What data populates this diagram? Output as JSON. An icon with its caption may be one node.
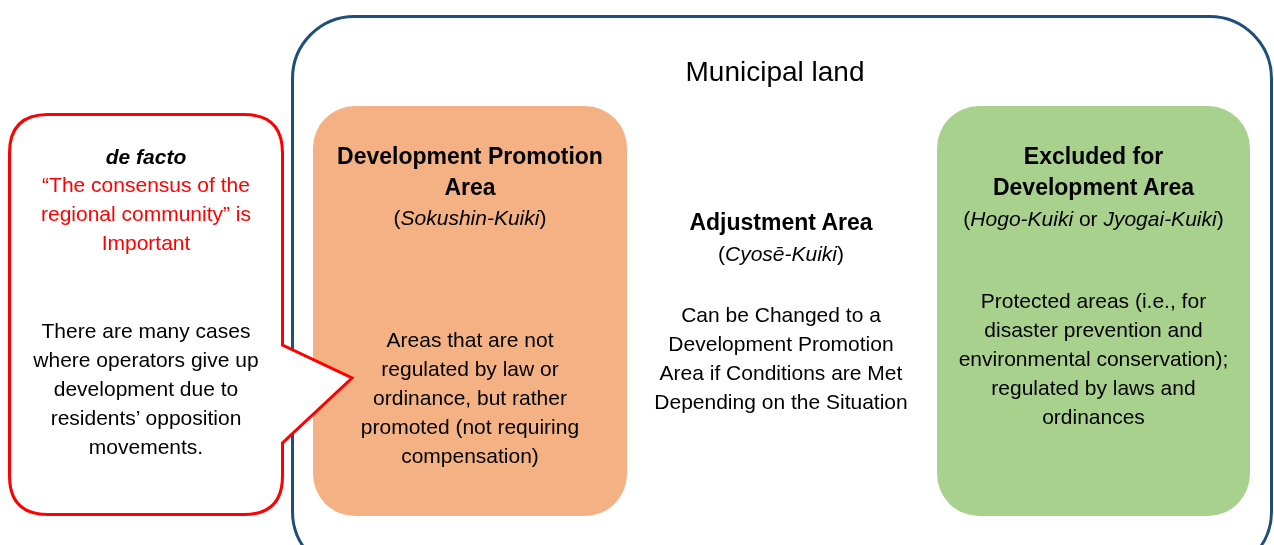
{
  "diagram": {
    "nodes": [
      {
        "text": [
          "Municipal land",
          "Adjustment Area",
          "(*Cyosē-Kuiki*)",
          "Can be Changed to a Development Promotion Area if Conditions are Met Depending on the Situation"
        ]
      },
      {
        "text": [
          "Development Promotion Area",
          "(*Sokushin-Kuiki*)",
          "Areas that are not regulated by law or ordinance, but rather promoted (not requiring compensation)"
        ],
        "in": 0
      },
      {
        "text": [
          "Excluded for Development Area",
          "(*Hogo-Kuiki* or *Jyogai-Kuiki*)",
          "Protected areas (i.e., for disaster prevention and environmental conservation); regulated by laws and ordinances"
        ],
        "in": 0
      },
      {
        "text": [
          "de facto",
          "“The consensus of the regional community” is Important",
          "There are many cases where operators give up development due to residents’ opposition movements."
        ]
      }
    ]
  }
}
